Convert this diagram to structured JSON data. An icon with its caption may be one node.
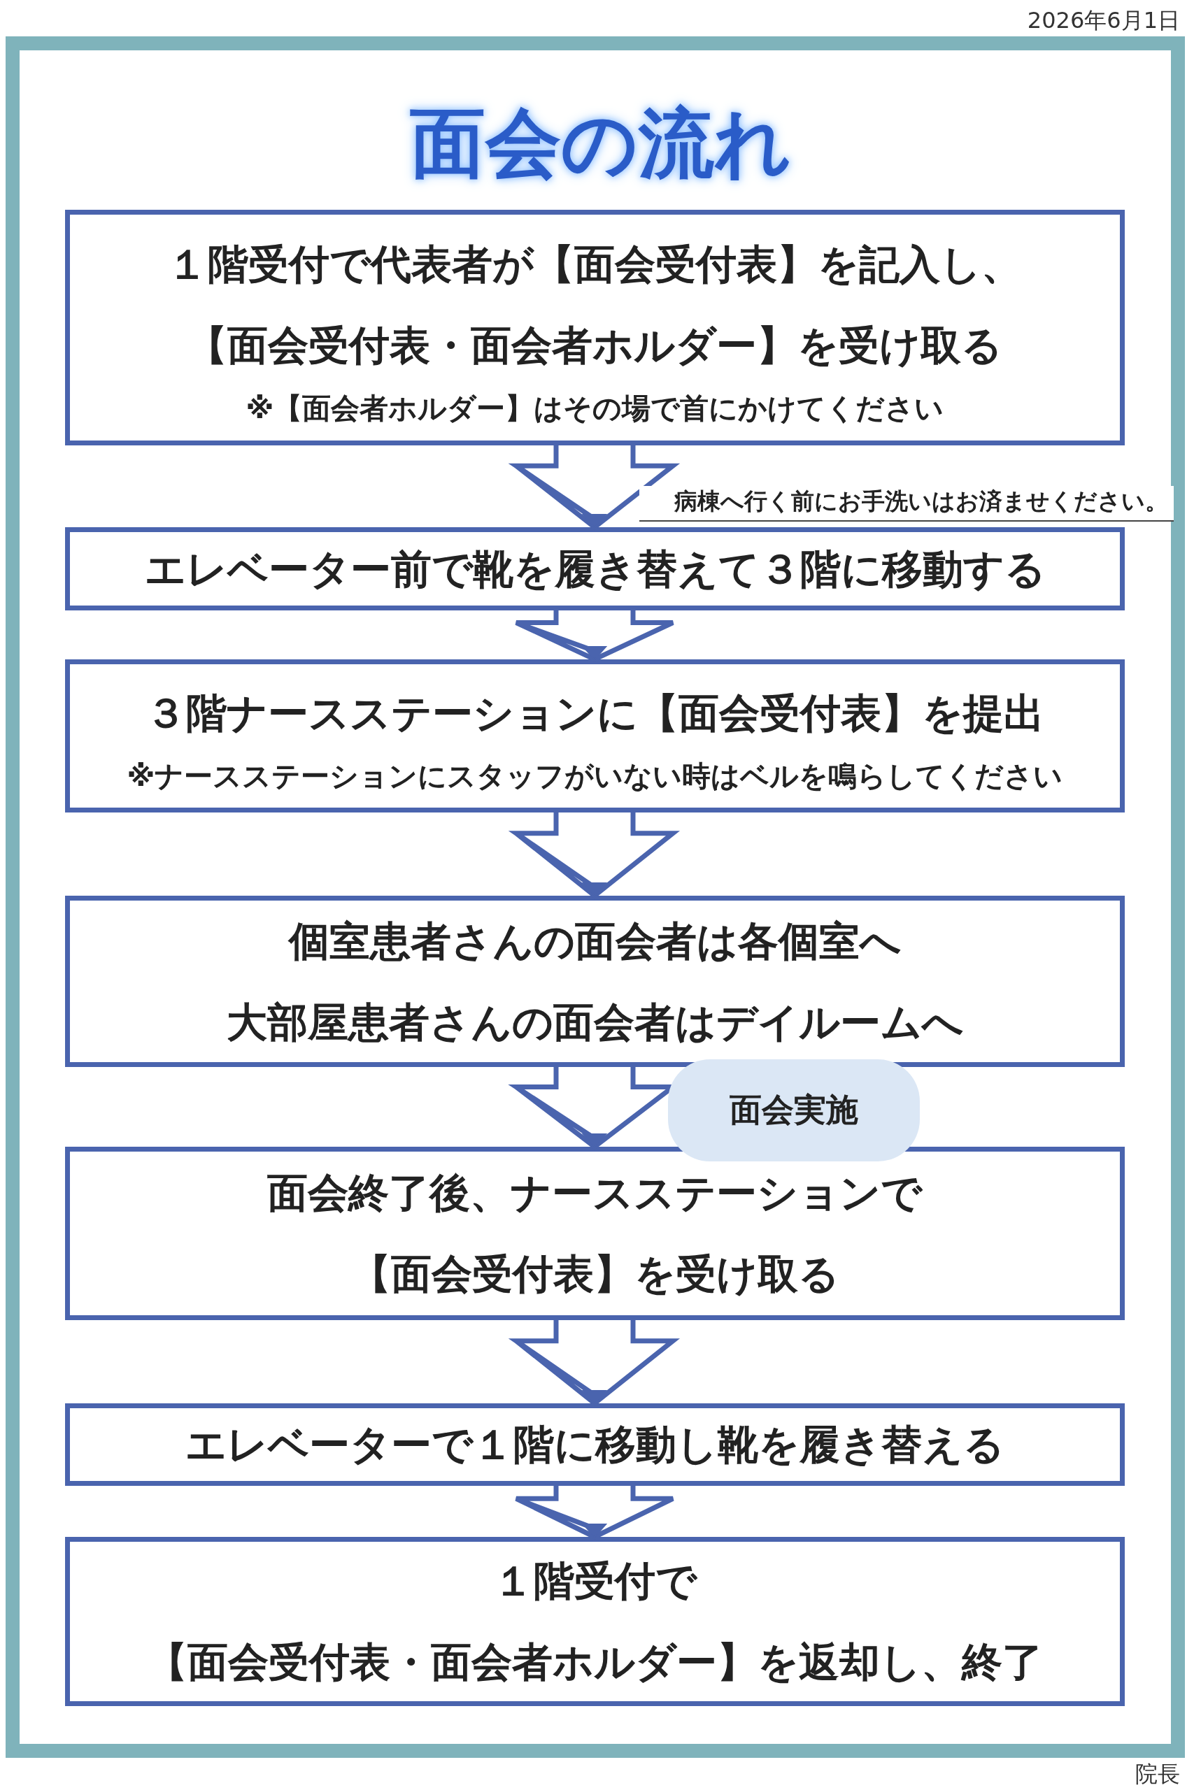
{
  "diagram": {
    "title": "面会の流れ",
    "nodes": [
      {
        "text": [
          "１階受付で代表者が【面会受付表】を記入し、【面会受付表・面会者ホルダー】を受け取る",
          "※【面会者ホルダー】はその場で首にかけてください"
        ]
      },
      {
        "text": [
          "エレベーター前で靴を履き替えて３階に移動する"
        ]
      },
      {
        "text": [
          "３階ナースステーションに【面会受付表】を提出",
          "※ナースステーションにスタッフがいない時はベルを鳴らしてください"
        ]
      },
      {
        "text": [
          "個室患者さんの面会者は各個室へ",
          "大部屋患者さんの面会者はデイルームへ"
        ]
      },
      {
        "text": [
          "面会終了後、ナースステーションで【面会受付表】を受け取る"
        ]
      },
      {
        "text": [
          "エレベーターで１階に移動し靴を履き替える"
        ]
      },
      {
        "text": [
          "１階受付で",
          "【面会受付表・面会者ホルダー】を返却し、終了"
        ]
      },
      {
        "text": [
          "面会実施"
        ]
      }
    ],
    "edges": [
      {
        "from": 0,
        "to": 1,
        "arrow": "to",
        "label": "病棟へ行く前にお手洗いはお済ませください。"
      },
      {
        "from": 1,
        "to": 2,
        "arrow": "to"
      },
      {
        "from": 2,
        "to": 3,
        "arrow": "to"
      },
      {
        "from": 3,
        "to": 4,
        "arrow": "to"
      },
      {
        "from": 4,
        "to": 5,
        "arrow": "to"
      },
      {
        "from": 5,
        "to": 6,
        "arrow": "to"
      }
    ],
    "labels": [
      "2026年6月1日",
      "院長"
    ]
  }
}
